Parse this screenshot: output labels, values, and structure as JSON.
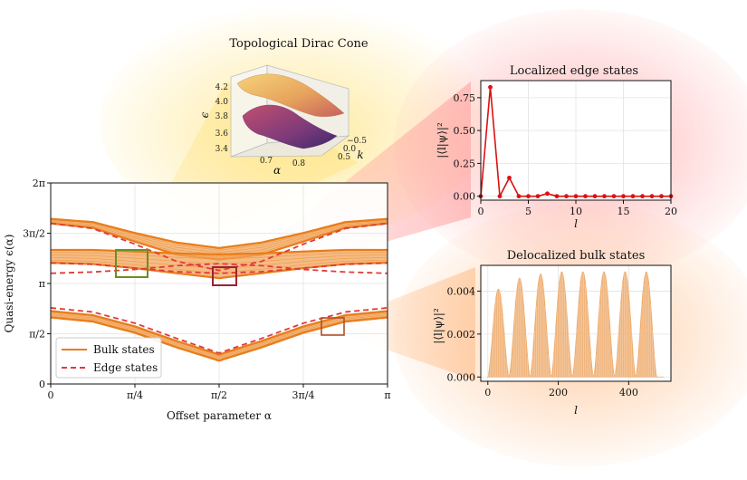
{
  "colors": {
    "bulk": "#e87d1a",
    "bulk_fill": "#f2a45a",
    "edge": "#e23a3a",
    "glow_yellow": "#ffe27a",
    "glow_red": "#ff9a9a",
    "glow_orange": "#ffbe8a",
    "zoom_green": "#6b8e23",
    "zoom_darkred": "#9b2335",
    "zoom_brown": "#b0502a",
    "edge_dots": "#dd1111",
    "bulk_wave": "#eda866"
  },
  "chart_data": [
    {
      "type": "line",
      "id": "main",
      "title": "",
      "xlabel": "Offset parameter α",
      "ylabel": "Quasi-energy ϵ(α)",
      "xlim": [
        0,
        3.14159
      ],
      "ylim": [
        0,
        6.28318
      ],
      "xticks": [
        {
          "v": 0,
          "label": "0"
        },
        {
          "v": 0.7854,
          "label": "π/4"
        },
        {
          "v": 1.5708,
          "label": "π/2"
        },
        {
          "v": 2.3562,
          "label": "3π/4"
        },
        {
          "v": 3.14159,
          "label": "π"
        }
      ],
      "yticks": [
        {
          "v": 0,
          "label": "0"
        },
        {
          "v": 1.5708,
          "label": "π/2"
        },
        {
          "v": 3.14159,
          "label": "π"
        },
        {
          "v": 4.7124,
          "label": "3π/2"
        },
        {
          "v": 6.28318,
          "label": "2π"
        }
      ],
      "grid": true,
      "legend": {
        "placement": "lower-left",
        "entries": [
          "Bulk states",
          "Edge states"
        ]
      },
      "series": [
        {
          "name": "Bulk states",
          "kind": "band",
          "x": [
            0,
            0.3927,
            0.7854,
            1.1781,
            1.5708,
            1.9635,
            2.3562,
            2.7489,
            3.14159
          ],
          "lower": [
            5.02,
            4.88,
            4.45,
            4.04,
            3.89,
            4.04,
            4.45,
            4.88,
            5.02
          ],
          "upper": [
            5.16,
            5.06,
            4.72,
            4.42,
            4.25,
            4.42,
            4.72,
            5.06,
            5.16
          ]
        },
        {
          "name": "Bulk states",
          "kind": "band",
          "x": [
            0,
            0.3927,
            0.7854,
            1.1781,
            1.5708,
            1.9635,
            2.3562,
            2.7489,
            3.14159
          ],
          "lower": [
            3.79,
            3.75,
            3.62,
            3.46,
            3.31,
            3.46,
            3.62,
            3.75,
            3.79
          ],
          "upper": [
            4.19,
            4.19,
            4.14,
            4.08,
            4.05,
            4.08,
            4.14,
            4.19,
            4.19
          ]
        },
        {
          "name": "Bulk states",
          "kind": "band",
          "x": [
            0,
            0.3927,
            0.7854,
            1.1781,
            1.5708,
            1.9635,
            2.3562,
            2.7489,
            3.14159
          ],
          "lower": [
            2.08,
            1.95,
            1.6,
            1.14,
            0.73,
            1.14,
            1.6,
            1.95,
            2.08
          ],
          "upper": [
            2.28,
            2.15,
            1.8,
            1.34,
            0.92,
            1.34,
            1.8,
            2.15,
            2.28
          ]
        },
        {
          "name": "Edge states",
          "kind": "dashed",
          "x": [
            0,
            0.3927,
            0.7854,
            1.1781,
            1.5708,
            1.9635,
            2.3562,
            2.7489,
            3.14159
          ],
          "y": [
            5.02,
            4.86,
            4.37,
            3.83,
            3.55,
            3.83,
            4.37,
            4.86,
            5.02
          ]
        },
        {
          "name": "Edge states",
          "kind": "dashed",
          "x": [
            0,
            0.3927,
            0.7854,
            1.1781,
            1.5708,
            1.9635,
            2.3562,
            2.7489,
            3.14159
          ],
          "y": [
            3.78,
            3.74,
            3.62,
            3.51,
            3.46,
            3.51,
            3.62,
            3.74,
            3.78
          ]
        },
        {
          "name": "Edge states",
          "kind": "dashed",
          "x": [
            0,
            0.3927,
            0.7854,
            1.1781,
            1.5708,
            1.9635,
            2.3562,
            2.7489,
            3.14159
          ],
          "y": [
            3.46,
            3.5,
            3.58,
            3.7,
            3.76,
            3.7,
            3.58,
            3.5,
            3.46
          ]
        },
        {
          "name": "Edge states",
          "kind": "dashed",
          "x": [
            0,
            0.3927,
            0.7854,
            1.1781,
            1.5708,
            1.9635,
            2.3562,
            2.7489,
            3.14159
          ],
          "y": [
            2.38,
            2.25,
            1.9,
            1.42,
            0.97,
            1.42,
            1.9,
            2.25,
            2.38
          ]
        }
      ]
    },
    {
      "type": "line",
      "id": "edge",
      "title": "Localized edge states",
      "xlabel": "l",
      "ylabel": "|⟨l|ψ⟩|²",
      "xlim": [
        0,
        20
      ],
      "ylim": [
        -0.03,
        0.88
      ],
      "xticks": [
        {
          "v": 0,
          "label": "0"
        },
        {
          "v": 5,
          "label": "5"
        },
        {
          "v": 10,
          "label": "10"
        },
        {
          "v": 15,
          "label": "15"
        },
        {
          "v": 20,
          "label": "20"
        }
      ],
      "yticks": [
        {
          "v": 0,
          "label": "0.00"
        },
        {
          "v": 0.25,
          "label": "0.25"
        },
        {
          "v": 0.5,
          "label": "0.50"
        },
        {
          "v": 0.75,
          "label": "0.75"
        }
      ],
      "grid": true,
      "x": [
        0,
        1,
        2,
        3,
        4,
        5,
        6,
        7,
        8,
        9,
        10,
        11,
        12,
        13,
        14,
        15,
        16,
        17,
        18,
        19,
        20
      ],
      "y": [
        0.0,
        0.83,
        0.0,
        0.14,
        0.0,
        0.0,
        0.0,
        0.02,
        0.0,
        0.0,
        0.0,
        0.0,
        0.0,
        0.0,
        0.0,
        0.0,
        0.0,
        0.0,
        0.0,
        0.0,
        0.0
      ]
    },
    {
      "type": "area",
      "id": "bulk",
      "title": "Delocalized bulk states",
      "xlabel": "l",
      "ylabel": "|⟨l|ψ⟩|²",
      "xlim": [
        -20,
        520
      ],
      "ylim": [
        -0.0002,
        0.0052
      ],
      "xticks": [
        {
          "v": 0,
          "label": "0"
        },
        {
          "v": 200,
          "label": "200"
        },
        {
          "v": 400,
          "label": "400"
        }
      ],
      "yticks": [
        {
          "v": 0,
          "label": "0.000"
        },
        {
          "v": 0.002,
          "label": "0.002"
        },
        {
          "v": 0.004,
          "label": "0.004"
        }
      ],
      "grid": true,
      "x": [
        0,
        30,
        60,
        90,
        120,
        150,
        180,
        210,
        240,
        270,
        300,
        330,
        360,
        390,
        420,
        450,
        480,
        500
      ],
      "y": [
        0.0,
        0.0041,
        0.0,
        0.0046,
        0.0,
        0.0048,
        0.0,
        0.0049,
        0.0,
        0.0049,
        0.0,
        0.0049,
        0.0,
        0.0049,
        0.0,
        0.0049,
        0.0,
        0.0
      ]
    },
    {
      "type": "surface",
      "id": "cone",
      "title": "Topological Dirac Cone",
      "xlabel": "α",
      "ylabel": "k",
      "zlabel": "ϵ",
      "xticks": [
        {
          "v": 0.7,
          "label": "0.7"
        },
        {
          "v": 0.8,
          "label": "0.8"
        }
      ],
      "yticks": [
        {
          "v": -0.5,
          "label": "−0.5"
        },
        {
          "v": 0.0,
          "label": "0.0"
        },
        {
          "v": 0.5,
          "label": "0.5"
        }
      ],
      "zticks": [
        {
          "v": 3.4,
          "label": "3.4"
        },
        {
          "v": 3.6,
          "label": "3.6"
        },
        {
          "v": 3.8,
          "label": "3.8"
        },
        {
          "v": 4.0,
          "label": "4.0"
        },
        {
          "v": 4.2,
          "label": "4.2"
        }
      ]
    }
  ]
}
